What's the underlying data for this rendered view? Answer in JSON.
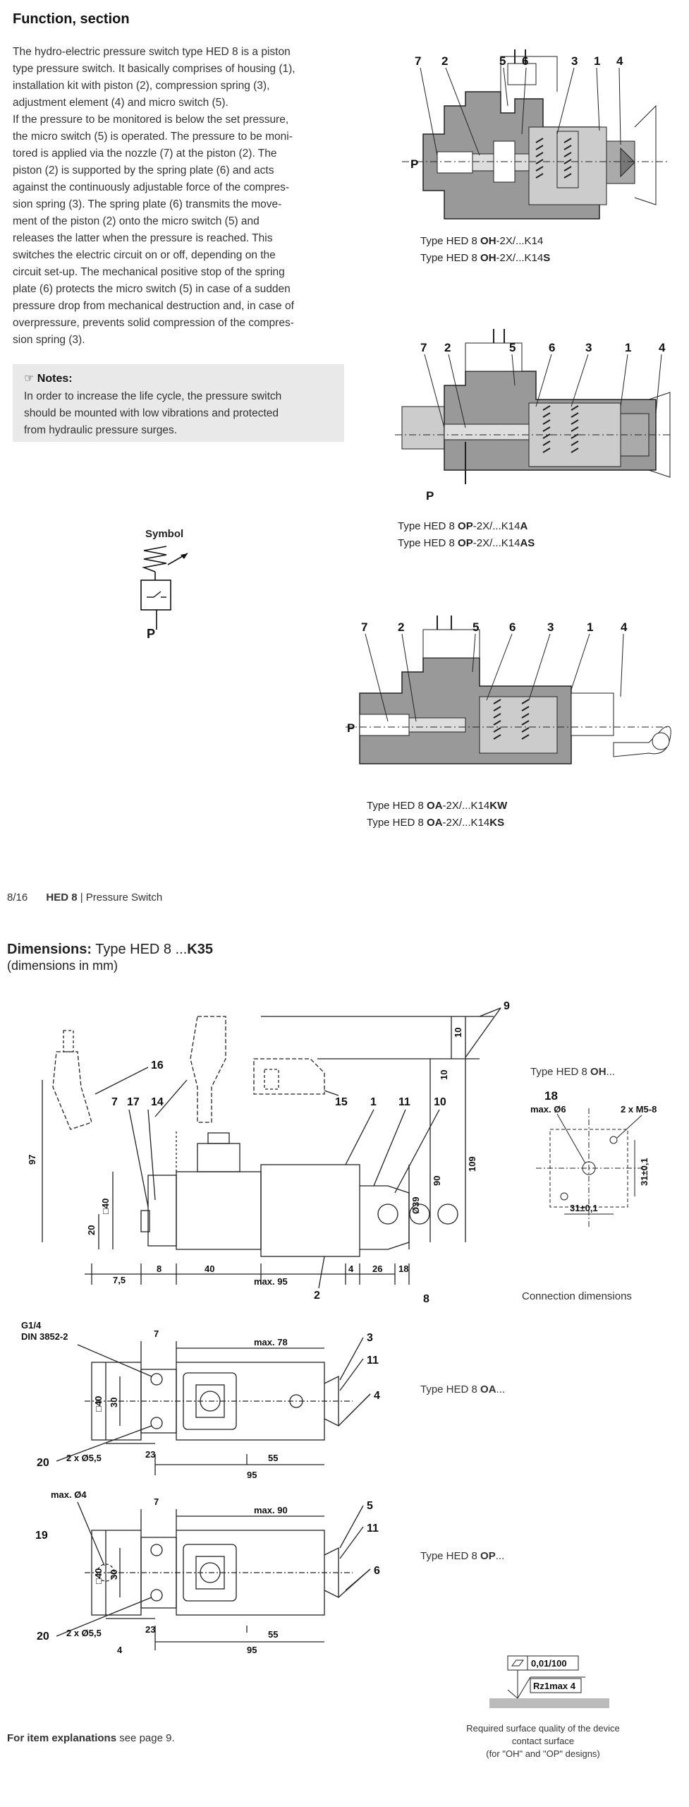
{
  "section1": {
    "title": "Function, section",
    "body": "The hydro-electric pressure switch type HED 8 is a piston\ntype pressure switch. It basically comprises of housing (1),\ninstallation kit with piston (2), compression spring (3),\nadjustment element (4) and micro switch (5).\nIf the pressure to be monitored is below the set pressure,\nthe micro switch (5) is operated. The pressure to be moni-\ntored is applied via the nozzle (7) at the piston (2). The\npiston (2) is supported by the spring plate (6) and acts\nagainst the continuously adjustable force of the compres-\nsion spring (3). The spring plate (6) transmits the move-\nment of the piston (2) onto the micro switch (5) and\nreleases the latter when the pressure is reached. This\nswitches the electric circuit on or off, depending on the\ncircuit set-up. The mechanical positive stop of the spring\nplate (6) protects the micro switch (5) in case of a sudden\npressure drop from mechanical destruction and, in case of\noverpressure, prevents solid compression of the compres-\nsion spring (3).",
    "notes_title": "Notes:",
    "notes_body": "In order to increase the life cycle, the pressure switch\nshould be mounted with low vibrations and protected\nfrom hydraulic pressure surges.",
    "symbol_title": "Symbol",
    "symbol_port": "P"
  },
  "sections": [
    {
      "labels": [
        "7",
        "2",
        "5",
        "6",
        "3",
        "1",
        "4"
      ],
      "port": "P",
      "cap1_pre": "Type HED 8 ",
      "cap1_bold": "OH",
      "cap1_post": "-2X/...K14",
      "cap1_suffix": "",
      "cap2_pre": "Type HED 8 ",
      "cap2_bold": "OH",
      "cap2_post": "-2X/...K14",
      "cap2_suffix": "S"
    },
    {
      "labels": [
        "7",
        "2",
        "5",
        "6",
        "3",
        "1",
        "4"
      ],
      "port": "P",
      "cap1_pre": "Type HED 8 ",
      "cap1_bold": "OP",
      "cap1_post": "-2X/...K14",
      "cap1_suffix": "A",
      "cap2_pre": "Type HED 8 ",
      "cap2_bold": "OP",
      "cap2_post": "-2X/...K14",
      "cap2_suffix": "AS"
    },
    {
      "labels": [
        "7",
        "2",
        "5",
        "6",
        "3",
        "1",
        "4"
      ],
      "port": "P",
      "cap1_pre": "Type HED 8 ",
      "cap1_bold": "OA",
      "cap1_post": "-2X/...K14",
      "cap1_suffix": "KW",
      "cap2_pre": "Type HED 8 ",
      "cap2_bold": "OA",
      "cap2_post": "-2X/...K14",
      "cap2_suffix": "KS"
    }
  ],
  "page_header": {
    "page": "8/16",
    "product": "HED 8",
    "separator": " | ",
    "subtitle": "Pressure Switch"
  },
  "dimensions": {
    "title_bold": "Dimensions:",
    "title_rest": " Type HED 8 ...",
    "title_code": "K35",
    "subtitle": "(dimensions in mm)",
    "top_labels": {
      "n9": "9",
      "n16": "16",
      "n7": "7",
      "n17": "17",
      "n14": "14",
      "n15": "15",
      "n1": "1",
      "n11": "11",
      "n10": "10",
      "n2": "2",
      "n8": "8"
    },
    "top_dims": {
      "d97": "97",
      "d40sq": "□40",
      "d20": "20",
      "d10a": "10",
      "d10b": "10",
      "d109": "109",
      "d90": "90",
      "d39": "Ø39",
      "d7_5": "7,5",
      "d8": "8",
      "d40": "40",
      "max95": "max. 95",
      "d4": "4",
      "d26": "26",
      "d18": "18"
    },
    "oh": {
      "type_pre": "Type HED 8 ",
      "type_bold": "OH",
      "type_post": "...",
      "n18": "18",
      "max6": "max. Ø6",
      "m5": "2 x M5-8",
      "d31a": "31±0,1",
      "d31b": "31±0,1",
      "caption": "Connection dimensions"
    },
    "oa": {
      "g14": "G1/4",
      "din": "DIN 3852-2",
      "d7": "7",
      "max78": "max. 78",
      "n3": "3",
      "n11": "11",
      "n4": "4",
      "d40sq": "□40",
      "d30": "30",
      "n20": "20",
      "holes": "2 x Ø5,5",
      "d23": "23",
      "d55": "55",
      "d95": "95",
      "type_pre": "Type HED 8 ",
      "type_bold": "OA",
      "type_post": "..."
    },
    "op": {
      "max4": "max. Ø4",
      "d7": "7",
      "max90": "max. 90",
      "n5": "5",
      "n11": "11",
      "n19": "19",
      "d40sq": "□40",
      "d30": "30",
      "n6": "6",
      "n20": "20",
      "holes": "2 x Ø5,5",
      "d4": "4",
      "d23": "23",
      "d55": "55",
      "d95": "95",
      "type_pre": "Type HED 8 ",
      "type_bold": "OP",
      "type_post": "..."
    },
    "surface": {
      "flat": "0,01/100",
      "rz": "Rz1max 4",
      "caption": "Required surface quality of the device\ncontact surface\n(for \"OH\" and \"OP\" designs)"
    },
    "footer_bold": "For item explanations",
    "footer_rest": " see page 9."
  }
}
